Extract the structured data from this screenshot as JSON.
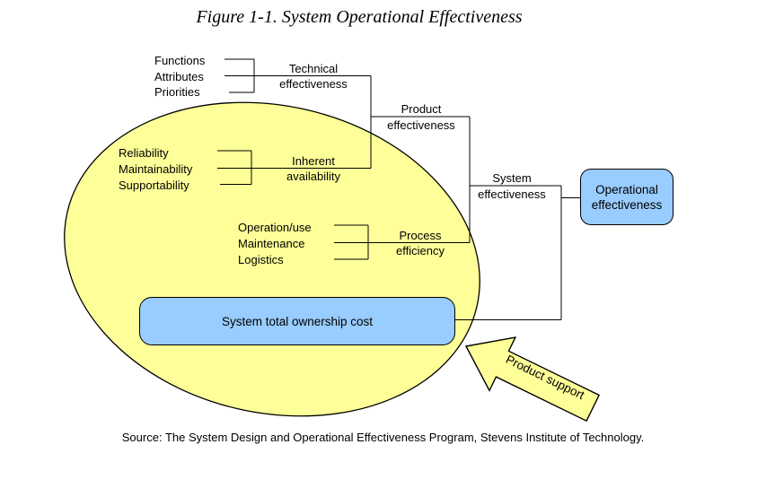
{
  "title": "Figure 1-1. System Operational Effectiveness",
  "groups": {
    "technical": {
      "items": [
        "Functions",
        "Attributes",
        "Priorities"
      ],
      "label_line1": "Technical",
      "label_line2": "effectiveness"
    },
    "inherent": {
      "items": [
        "Reliability",
        "Maintainability",
        "Supportability"
      ],
      "label_line1": "Inherent",
      "label_line2": "availability"
    },
    "process": {
      "items": [
        "Operation/use",
        "Maintenance",
        "Logistics"
      ],
      "label_line1": "Process",
      "label_line2": "efficiency"
    }
  },
  "labels": {
    "product": {
      "line1": "Product",
      "line2": "effectiveness"
    },
    "system": {
      "line1": "System",
      "line2": "effectiveness"
    }
  },
  "boxes": {
    "operational": {
      "line1": "Operational",
      "line2": "effectiveness"
    },
    "total_ownership": {
      "label": "System total ownership cost"
    }
  },
  "arrow": {
    "label": "Product support"
  },
  "source": "Source: The System Design and Operational Effectiveness Program, Stevens Institute of Technology.",
  "colors": {
    "ellipse_fill": "#FFFF99",
    "arrow_fill": "#FFFF99",
    "box_fill": "#99CCFF",
    "outline": "#000000",
    "background": "#FFFFFF"
  }
}
